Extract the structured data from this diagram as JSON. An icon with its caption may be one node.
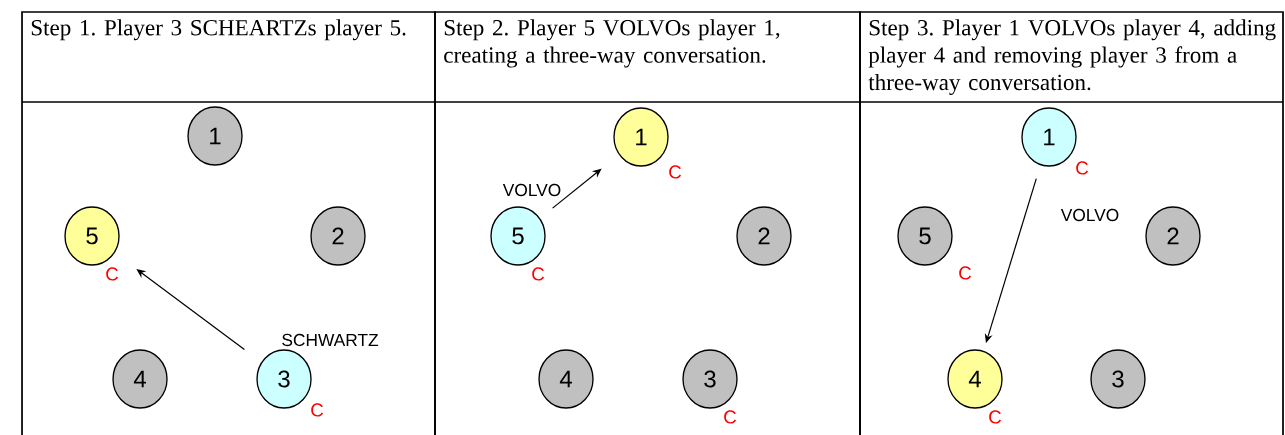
{
  "diagram": {
    "nodes": [
      {
        "text": [
          "Step 1. Player 3 SCHEARTZs player 5."
        ]
      },
      {
        "text": [
          "1"
        ],
        "in": 0
      },
      {
        "text": [
          "5"
        ],
        "in": 0,
        "beside": [
          "C"
        ]
      },
      {
        "text": [
          "2"
        ],
        "in": 0
      },
      {
        "text": [
          "4"
        ],
        "in": 0
      },
      {
        "text": [
          "3"
        ],
        "in": 0,
        "beside": [
          "C"
        ]
      },
      {
        "text": [
          "Step 2. Player 5 VOLVOs player 1, creating a three-way conversation."
        ]
      },
      {
        "text": [
          "1"
        ],
        "in": 6,
        "beside": [
          "C"
        ]
      },
      {
        "text": [
          "5"
        ],
        "in": 6,
        "beside": [
          "C"
        ]
      },
      {
        "text": [
          "2"
        ],
        "in": 6
      },
      {
        "text": [
          "4"
        ],
        "in": 6
      },
      {
        "text": [
          "3"
        ],
        "in": 6,
        "beside": [
          "C"
        ]
      },
      {
        "text": [
          "Step 3. Player 1 VOLVOs player 4, adding player 4 and removing player 3 from a three-way conversation."
        ]
      },
      {
        "text": [
          "1"
        ],
        "in": 12,
        "beside": [
          "C"
        ]
      },
      {
        "text": [
          "5"
        ],
        "in": 12,
        "beside": [
          "C"
        ]
      },
      {
        "text": [
          "2"
        ],
        "in": 12
      },
      {
        "text": [
          "4"
        ],
        "in": 12,
        "beside": [
          "C"
        ]
      },
      {
        "text": [
          "3"
        ],
        "in": 12
      }
    ],
    "edges": [
      {
        "from": 5,
        "to": 2,
        "arrow": "to",
        "label": "SCHWARTZ"
      },
      {
        "from": 8,
        "to": 7,
        "arrow": "to",
        "label": "VOLVO"
      },
      {
        "from": 13,
        "to": 16,
        "arrow": "to",
        "label": "VOLVO"
      }
    ]
  }
}
